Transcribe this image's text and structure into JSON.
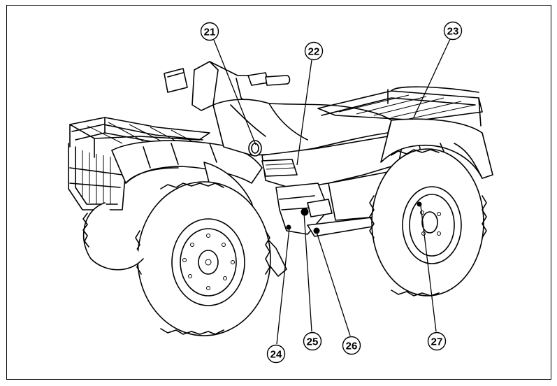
{
  "figure": {
    "callouts": [
      {
        "label": "21"
      },
      {
        "label": "22"
      },
      {
        "label": "23"
      },
      {
        "label": "24"
      },
      {
        "label": "25"
      },
      {
        "label": "26"
      },
      {
        "label": "27"
      }
    ]
  }
}
